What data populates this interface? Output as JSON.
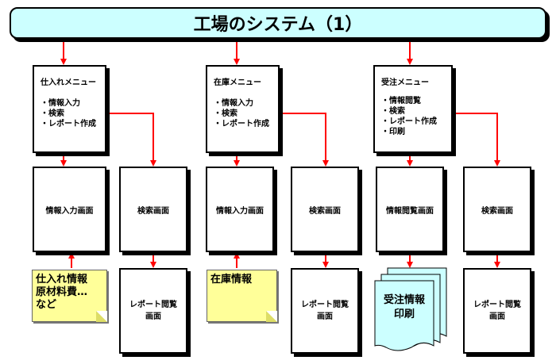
{
  "title": "工場のシステム（1）",
  "menus": [
    {
      "title": "仕入れメニュー",
      "items": [
        "・情報入力",
        "・検索",
        "・レポート作成"
      ]
    },
    {
      "title": "在庫メニュー",
      "items": [
        "・情報入力",
        "・検索",
        "・レポート作成"
      ]
    },
    {
      "title": "受注メニュー",
      "items": [
        "・情報閲覧",
        "・検索",
        "・レポート作成",
        "・印刷"
      ]
    }
  ],
  "screens": {
    "purchase_input": "情報入力画面",
    "purchase_search": "検索画面",
    "stock_input": "情報入力画面",
    "stock_search": "検索画面",
    "order_view": "情報閲覧画面",
    "order_search": "検索画面"
  },
  "reports": {
    "line1": "レポート閲覧",
    "line2": "画面"
  },
  "notes": {
    "purchase": [
      "仕入れ情報",
      "原材料費…",
      "など"
    ],
    "stock": [
      "在庫情報"
    ]
  },
  "print_doc": [
    "受注情報",
    "印刷"
  ],
  "colors": {
    "title_bg": "#ccffff",
    "arrow": "#ff0000",
    "note_bg": "#ffff99",
    "doc_bg": "#ccffff"
  }
}
